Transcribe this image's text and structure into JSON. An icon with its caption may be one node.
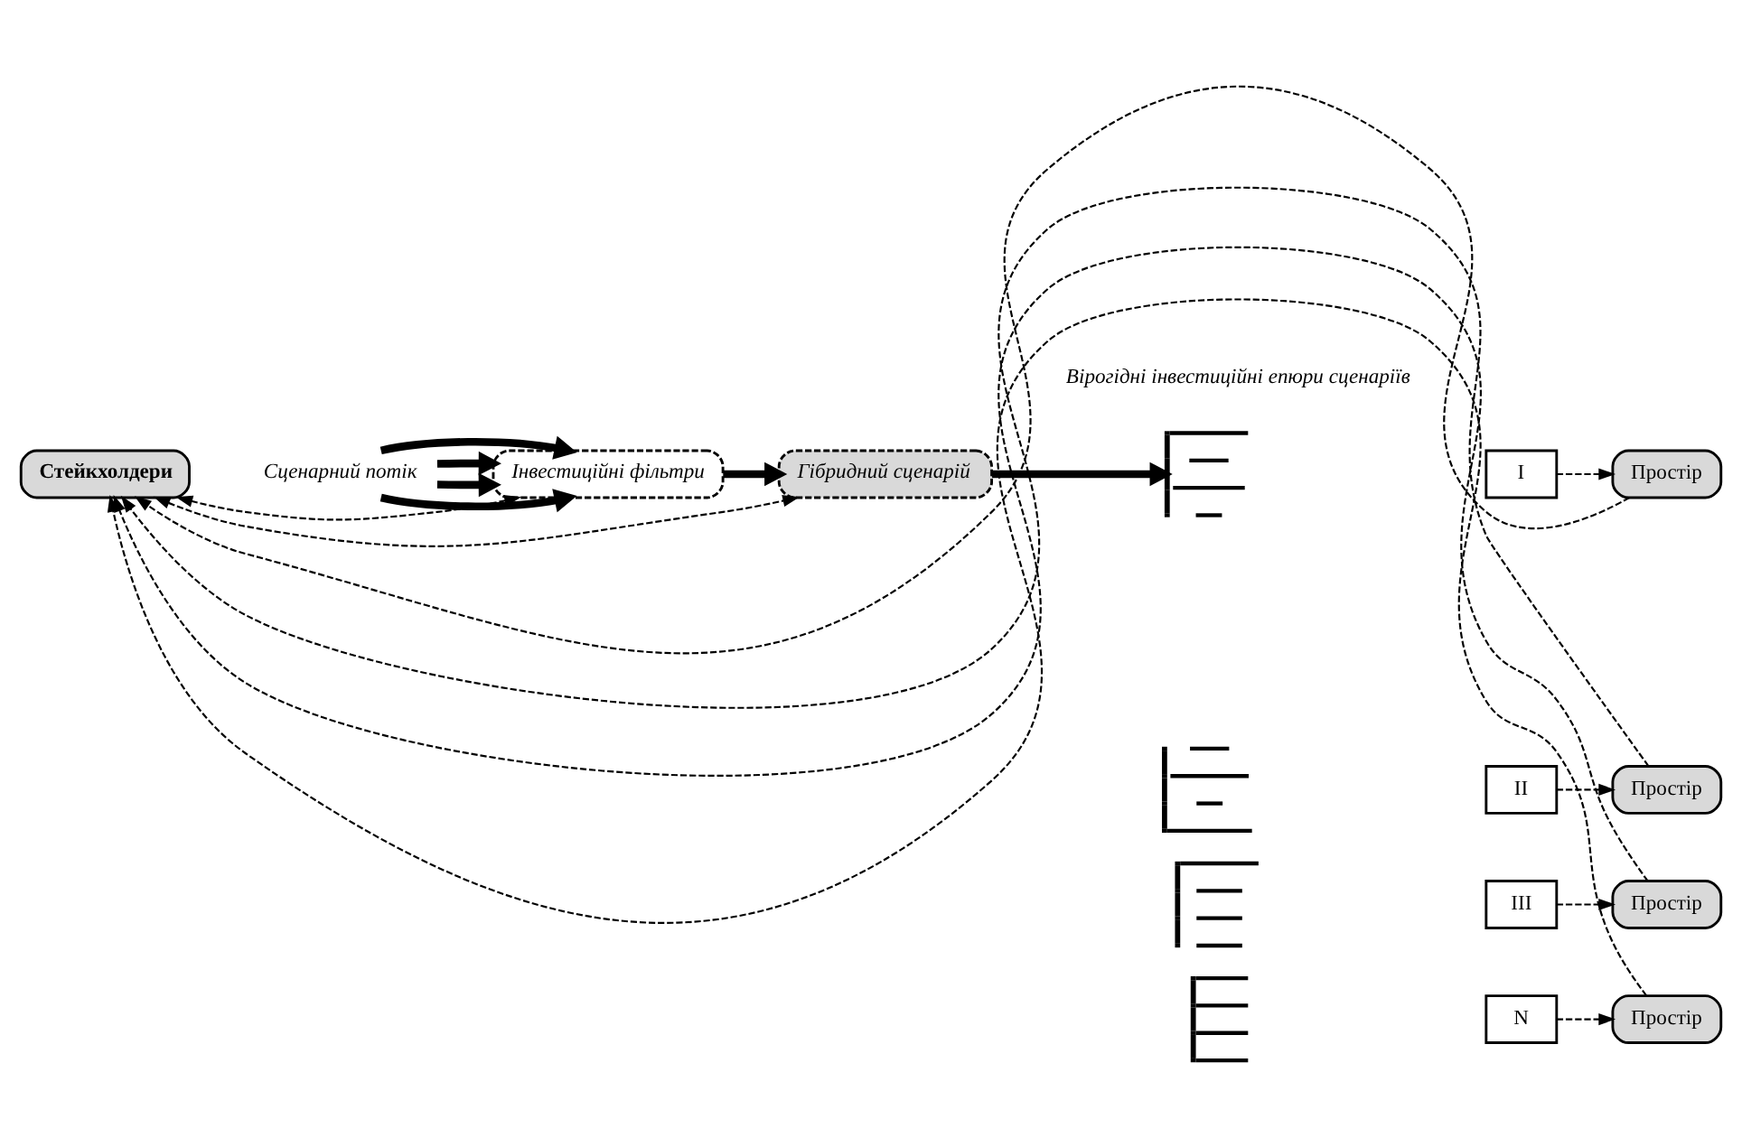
{
  "diagram": {
    "nodes": [
      {
        "text": [
          "Стейкхолдери"
        ]
      },
      {
        "text": [
          "Сценарний потік"
        ]
      },
      {
        "text": [
          "Інвестиційні фільтри"
        ]
      },
      {
        "text": [
          "Гібридний сценарій"
        ]
      },
      {
        "text": [],
        "shape": "picture"
      },
      {
        "text": [],
        "shape": "picture"
      },
      {
        "text": [],
        "shape": "picture"
      },
      {
        "text": [],
        "shape": "picture"
      },
      {
        "text": [
          "I"
        ]
      },
      {
        "text": [
          "II"
        ]
      },
      {
        "text": [
          "III"
        ]
      },
      {
        "text": [
          "N"
        ]
      },
      {
        "text": [
          "Простір"
        ]
      },
      {
        "text": [
          "Простір"
        ]
      },
      {
        "text": [
          "Простір"
        ]
      },
      {
        "text": [
          "Простір"
        ]
      }
    ],
    "edges": [
      {
        "from": 0,
        "to": 2,
        "arrow": "both",
        "style": "dashed"
      },
      {
        "from": 0,
        "to": 3,
        "arrow": "both",
        "style": "dashed"
      },
      {
        "from": 1,
        "to": 2,
        "arrow": "to",
        "style": "thick"
      },
      {
        "from": 1,
        "to": 2,
        "arrow": "to",
        "style": "thick"
      },
      {
        "from": 1,
        "to": 2,
        "arrow": "to",
        "style": "thick"
      },
      {
        "from": 1,
        "to": 2,
        "arrow": "to",
        "style": "thick"
      },
      {
        "from": 2,
        "to": 3,
        "arrow": "to",
        "style": "thick"
      },
      {
        "from": 3,
        "to": 4,
        "arrow": "to",
        "style": "thick"
      },
      {
        "from": 8,
        "to": 12,
        "arrow": "to",
        "style": "dashed"
      },
      {
        "from": 9,
        "to": 13,
        "arrow": "to",
        "style": "dashed"
      },
      {
        "from": 10,
        "to": 14,
        "arrow": "to",
        "style": "dashed"
      },
      {
        "from": 11,
        "to": 15,
        "arrow": "to",
        "style": "dashed"
      },
      {
        "from": 12,
        "to": 0,
        "arrow": "to",
        "style": "dashed"
      },
      {
        "from": 13,
        "to": 0,
        "arrow": "to",
        "style": "dashed"
      },
      {
        "from": 14,
        "to": 0,
        "arrow": "to",
        "style": "dashed"
      },
      {
        "from": 15,
        "to": 0,
        "arrow": "to",
        "style": "dashed"
      }
    ],
    "labels": [
      "Вірогідні інвестиційні епюри сценаріїв"
    ]
  }
}
